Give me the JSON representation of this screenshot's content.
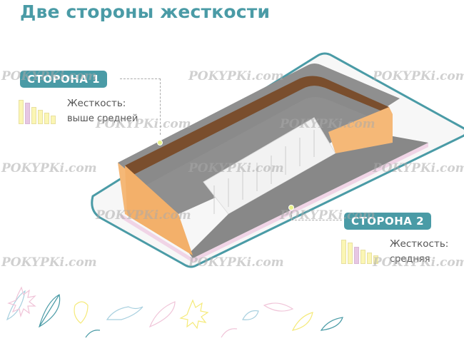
{
  "title": "Две стороны жесткости",
  "side1": {
    "badge": "СТОРОНА 1",
    "stiffness_label": "Жесткость:",
    "stiffness_value": "выше средней",
    "bars": [
      38,
      32,
      26,
      22,
      18,
      14
    ],
    "highlight_index": 1
  },
  "side2": {
    "badge": "СТОРОНА 2",
    "stiffness_label": "Жесткость:",
    "stiffness_value": "средняя",
    "bars": [
      38,
      32,
      26,
      22,
      18,
      14
    ],
    "highlight_index": 2
  },
  "watermark": "POKYPKi.com",
  "colors": {
    "accent": "#4a9ba6",
    "foam": "#f5b877",
    "coir": "#7a4e2d",
    "felt": "#8a8a8a",
    "bar_yellow": "#fbf6b4",
    "bar_pink": "#e6c7e3"
  }
}
